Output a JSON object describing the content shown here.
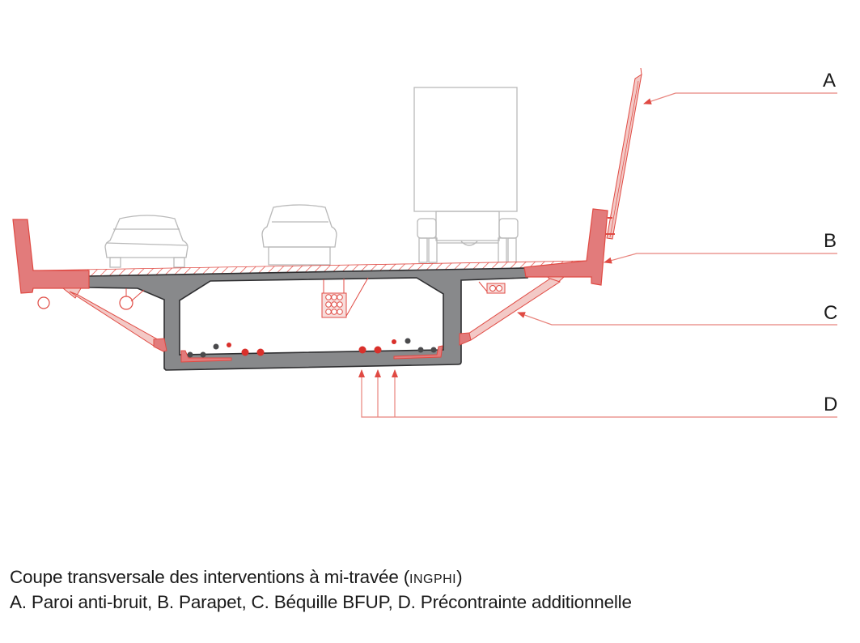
{
  "figure": {
    "type": "bridge-cross-section",
    "colors": {
      "concrete": "#88898b",
      "concrete_outline": "#2e2e30",
      "intervention": "#e27b7b",
      "intervention_light": "#f3c9c6",
      "intervention_line": "#e04a43",
      "vehicle_line": "#b9b9b9",
      "callout_line": "#e8847d",
      "dark_tendon": "#4a4a4c",
      "red_tendon": "#d9302b",
      "text": "#1a1a1a"
    },
    "callouts": [
      {
        "letter": "A",
        "name": "Paroi anti-bruit"
      },
      {
        "letter": "B",
        "name": "Parapet"
      },
      {
        "letter": "C",
        "name": "Béquille BFUP"
      },
      {
        "letter": "D",
        "name": "Précontrainte additionnelle"
      }
    ]
  },
  "caption": {
    "line1_main": "Coupe transversale des interventions à mi-travée (",
    "line1_source": "INGPHI",
    "line1_close": ")",
    "line2": "A. Paroi anti-bruit, B. Parapet, C. Béquille BFUP, D. Précontrainte additionnelle"
  }
}
